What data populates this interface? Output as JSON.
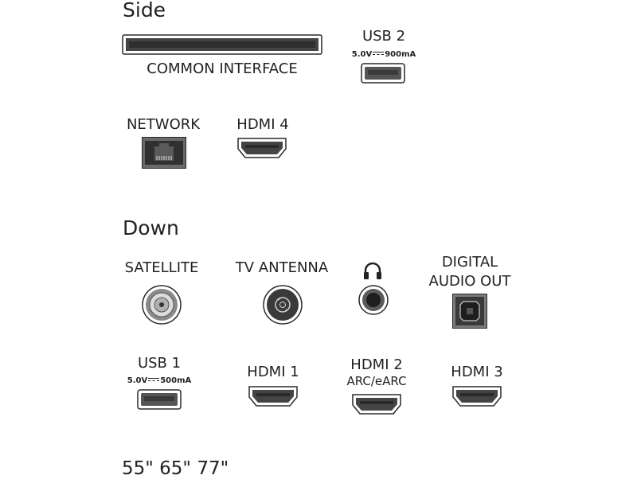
{
  "side": {
    "title": "Side",
    "common_interface": {
      "label": "COMMON INTERFACE"
    },
    "usb2": {
      "label": "USB 2",
      "voltage": "5.0V",
      "current": "900mA"
    },
    "network": {
      "label": "NETWORK"
    },
    "hdmi4": {
      "label": "HDMI 4"
    }
  },
  "down": {
    "title": "Down",
    "satellite": {
      "label": "SATELLITE"
    },
    "tv_antenna": {
      "label": "TV ANTENNA"
    },
    "headphone": {
      "icon": "headphone-icon"
    },
    "digital_audio_out": {
      "label_line1": "DIGITAL",
      "label_line2": "AUDIO OUT"
    },
    "usb1": {
      "label": "USB 1",
      "voltage": "5.0V",
      "current": "500mA"
    },
    "hdmi1": {
      "label": "HDMI 1"
    },
    "hdmi2": {
      "label": "HDMI 2",
      "sublabel": "ARC/eARC"
    },
    "hdmi3": {
      "label": "HDMI 3"
    }
  },
  "sizes": "55\" 65\" 77\"",
  "colors": {
    "port_dark": "#3a3a3a",
    "port_fill": "#595959",
    "outline": "#2a2a2a"
  }
}
